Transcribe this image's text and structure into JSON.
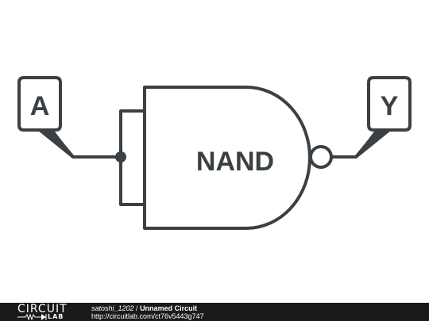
{
  "diagram": {
    "gate_label": "NAND",
    "input_label": "A",
    "output_label": "Y",
    "stroke_color": "#3a4044"
  },
  "footer": {
    "logo_top": "CIRCUIT",
    "logo_bottom": "LAB",
    "username": "satoshi_1202",
    "separator": " / ",
    "circuit_title": "Unnamed Circuit",
    "url": "http://circuitlab.com/ct76v5443g747"
  }
}
